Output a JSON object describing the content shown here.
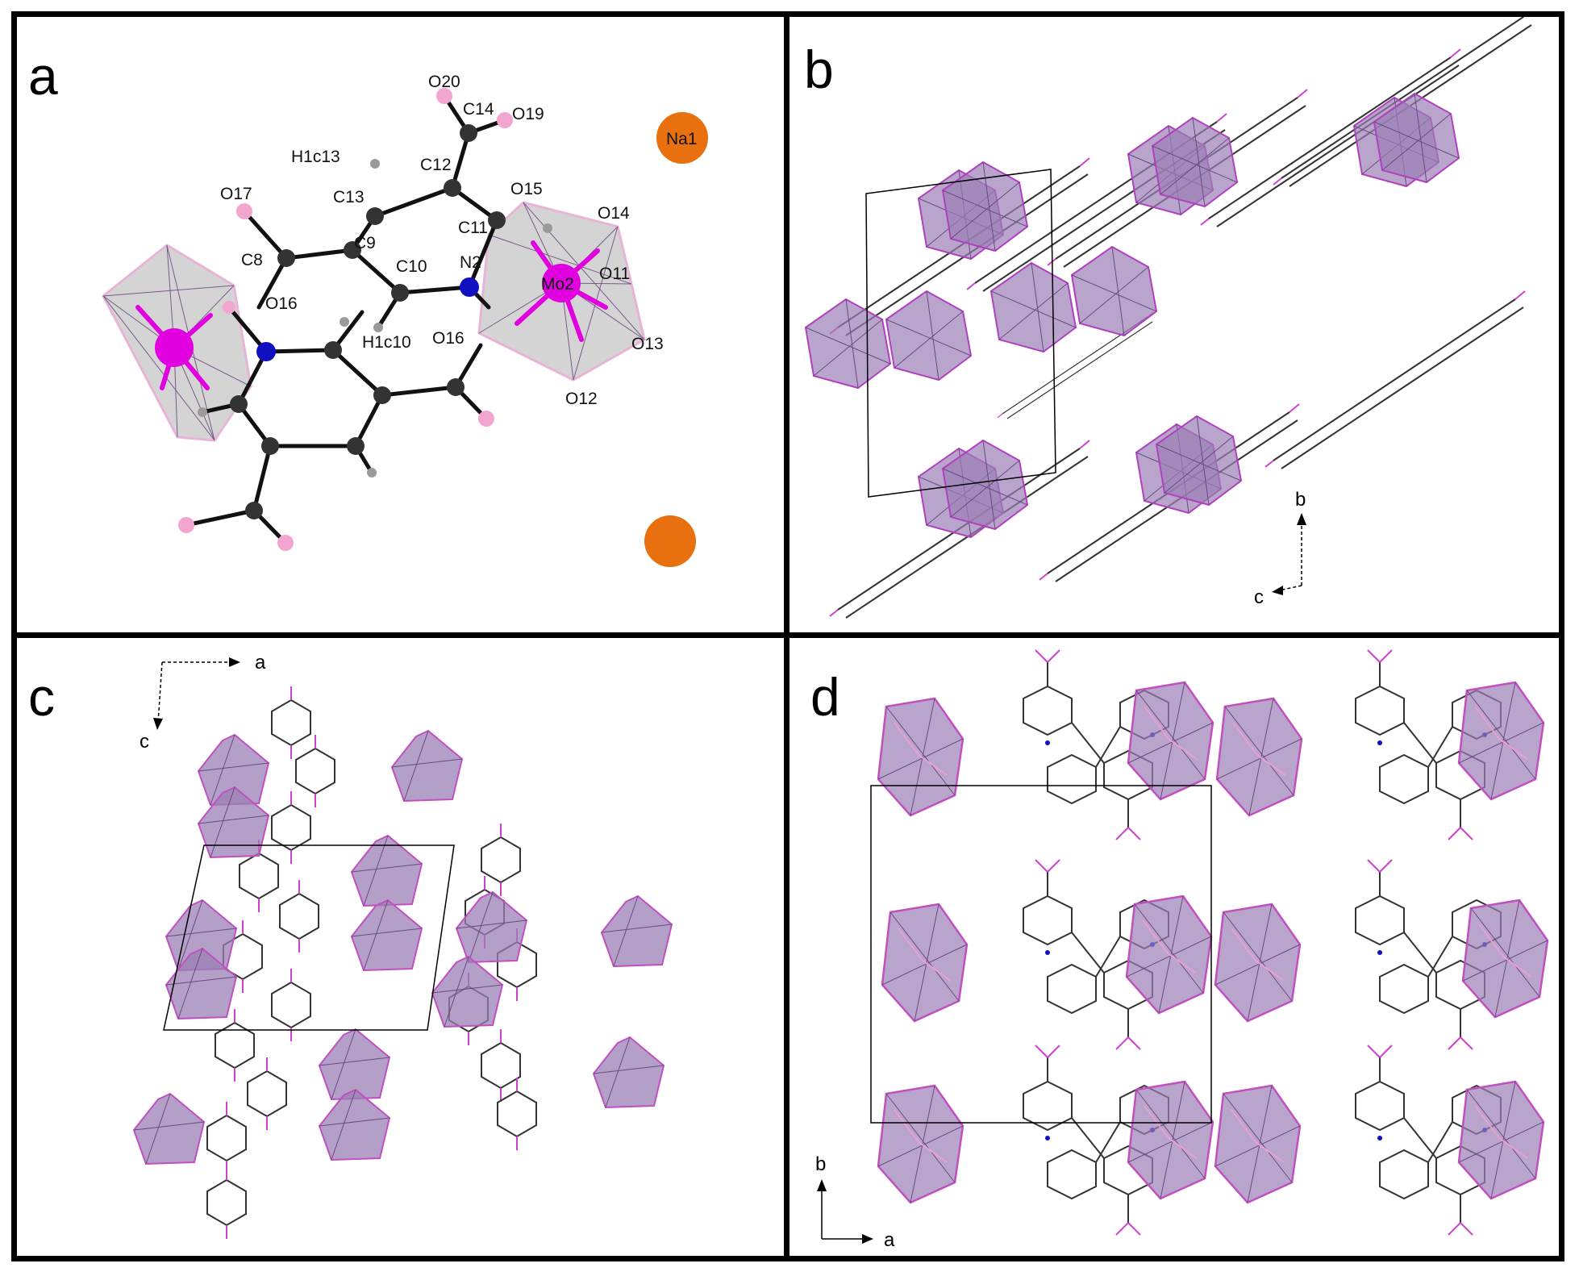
{
  "panels": [
    {
      "label": "a"
    },
    {
      "label": "b",
      "axes": {
        "vertical": "b",
        "horizontal": "c"
      }
    },
    {
      "label": "c",
      "axes": {
        "horizontal": "a",
        "vertical": "c"
      }
    },
    {
      "label": "d",
      "axes": {
        "vertical": "b",
        "horizontal": "a"
      }
    }
  ],
  "atom_labels": [
    "O20",
    "C14",
    "O19",
    "Na1",
    "H1c13",
    "C12",
    "O15",
    "O14",
    "O17",
    "C13",
    "C11",
    "C8",
    "C9",
    "N2",
    "O11",
    "C10",
    "Mo2",
    "O16",
    "O16",
    "H1c10",
    "O13",
    "O12"
  ],
  "colors": {
    "Mo": "#e000e0",
    "O": "#f2a6cf",
    "C": "#333333",
    "N": "#1010c0",
    "H": "#9a9a9a",
    "Na": "#e8700f",
    "polyhedron": "#9b7fb5",
    "polyhedron_edge": "#d070d0"
  }
}
